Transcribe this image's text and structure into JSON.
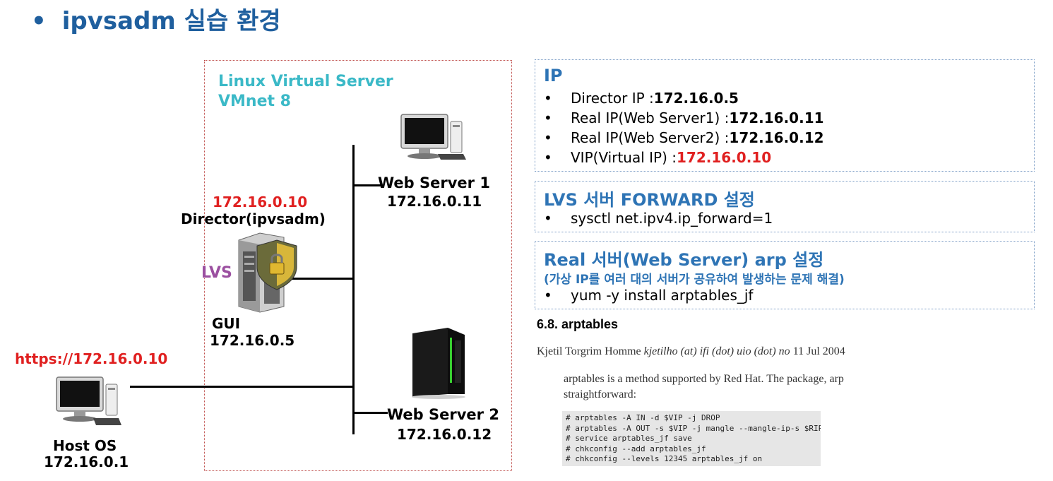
{
  "title": {
    "bullet": "•",
    "text": "ipvsadm 실습 환경"
  },
  "diagram": {
    "lvs_label": [
      "Linux Virtual Server",
      "VMnet 8"
    ],
    "director": {
      "vip": "172.16.0.10",
      "name": "Director(ipvsadm)",
      "lvs": "LVS",
      "gui": "GUI",
      "ip": "172.16.0.5"
    },
    "web1": {
      "name": "Web Server 1",
      "ip": "172.16.0.11"
    },
    "web2": {
      "name": "Web Server 2",
      "ip": "172.16.0.12"
    },
    "host": {
      "url": "https://172.16.0.10",
      "name": "Host OS",
      "ip": "172.16.0.1"
    }
  },
  "ip_box": {
    "title": "IP",
    "items": [
      {
        "label": "Director IP :",
        "value": "172.16.0.5"
      },
      {
        "label": "Real IP(Web Server1) :",
        "value": "172.16.0.11"
      },
      {
        "label": "Real IP(Web Server2) :",
        "value": "172.16.0.12"
      },
      {
        "label": "VIP(Virtual IP) :",
        "value": "172.16.0.10"
      }
    ]
  },
  "forward_box": {
    "title": "LVS 서버 FORWARD 설정",
    "item": "sysctl net.ipv4.ip_forward=1"
  },
  "arp_box": {
    "title": "Real 서버(Web Server) arp 설정",
    "subtitle": "(가상 IP를 여러 대의 서버가 공유하여 발생하는 문제 해결)",
    "item": "yum -y install arptables_jf"
  },
  "doc": {
    "heading": "6.8. arptables",
    "author": "Kjetil Torgrim Homme",
    "email": "kjetilho (at) ifi (dot) uio (dot) no",
    "date": "11 Jul 2004",
    "para1": "arptables is a method supported by Red Hat. The package, arp",
    "para2": "straightforward:",
    "code": [
      "# arptables -A IN -d $VIP -j DROP",
      "# arptables -A OUT -s $VIP -j mangle --mangle-ip-s $RIP",
      "# service arptables_jf save",
      "# chkconfig --add arptables_jf",
      "# chkconfig --levels 12345 arptables_jf on"
    ]
  },
  "bullet": "•",
  "colors": {
    "title": "#1f5f9e",
    "box_title": "#2e74b5",
    "lvs_label": "#3bb9c7",
    "red": "#e02020",
    "purple": "#9b4fa0"
  },
  "icons": [
    "desktop-computer-icon",
    "server-shield-icon",
    "tower-server-icon"
  ]
}
